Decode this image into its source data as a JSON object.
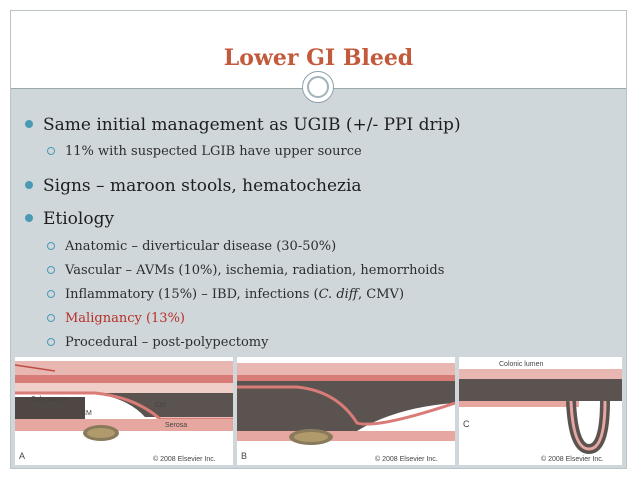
{
  "slide": {
    "title": "Lower GI Bleed",
    "bullets": [
      {
        "text": "Same initial management as UGIB (+/- PPI drip)"
      },
      {
        "text": "11% with suspected LGIB have upper source"
      },
      {
        "text": "Signs – maroon stools, hematochezia"
      },
      {
        "text": "Etiology"
      },
      {
        "text": "Anatomic – diverticular disease (30-50%)"
      },
      {
        "text": "Vascular – AVMs (10%), ischemia, radiation, hemorrhoids"
      },
      {
        "text_before": "Inflammatory (15%) – IBD, infections (",
        "text_italic": "C. diff",
        "text_after": ", CMV)"
      },
      {
        "text": "Malignancy (13%)"
      },
      {
        "text": "Procedural – post-polypectomy"
      }
    ],
    "colors": {
      "title": "#c35a3c",
      "bullet_marker": "#4a9ab5",
      "highlight": "#b8302a",
      "content_bg": "#cfd7db"
    }
  },
  "figures": {
    "panels": [
      {
        "label": "A",
        "copyright": "© 2008 Elsevier Inc.",
        "annotations": [
          "Submucosa",
          "CM",
          "CM",
          "Serosa"
        ]
      },
      {
        "label": "B",
        "copyright": "© 2008 Elsevier Inc."
      },
      {
        "label": "C",
        "copyright": "© 2008 Elsevier Inc.",
        "annotations": [
          "Colonic lumen"
        ]
      }
    ]
  }
}
